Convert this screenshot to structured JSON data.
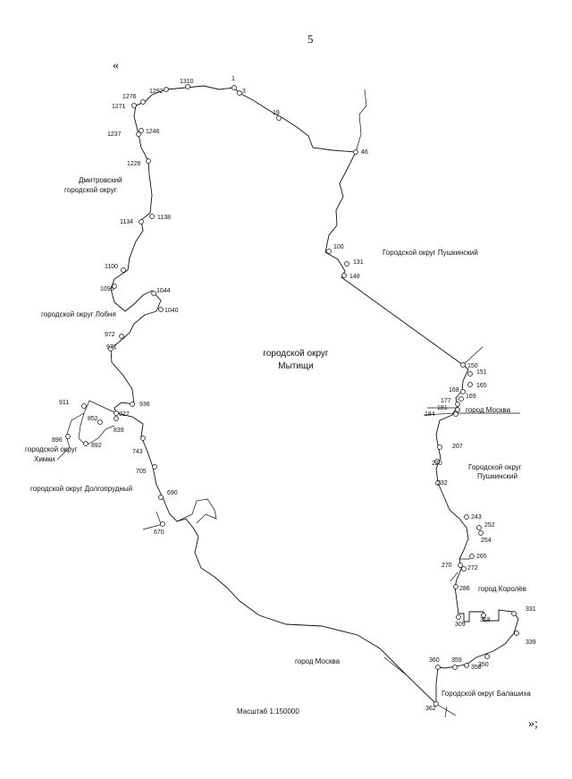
{
  "page_number": "5",
  "quote_open": "«",
  "quote_close": "»;",
  "center_label": [
    "городской округ",
    "Мытищи"
  ],
  "regions": {
    "dmitrovsky": [
      "Дмитровский",
      "городской округ"
    ],
    "pushkinsky_north": "Городской округ Пушкинский",
    "lobnya": "городской округ Лобня",
    "moscow_east": "город Москва",
    "pushkinsky_east": [
      "Городской округ",
      "Пушкинский"
    ],
    "khimki": [
      "городской округ",
      "Химки"
    ],
    "dolgoprudny": "городской округ Долгопрудный",
    "korolev": "город Королёв",
    "moscow_south": "город Москва",
    "balashikha": "Городской округ Балашиха"
  },
  "scale": "Масштаб 1:150000",
  "points": [
    "1",
    "3",
    "19",
    "46",
    "100",
    "131",
    "148",
    "150",
    "151",
    "165",
    "168",
    "169",
    "177",
    "181",
    "184",
    "207",
    "220",
    "232",
    "243",
    "252",
    "254",
    "265",
    "270",
    "272",
    "286",
    "309",
    "318",
    "331",
    "339",
    "350",
    "358",
    "359",
    "360",
    "362",
    "670",
    "690",
    "705",
    "743",
    "839",
    "852",
    "892",
    "896",
    "911",
    "922",
    "936",
    "971",
    "972",
    "1040",
    "1044",
    "1095",
    "1100",
    "1134",
    "1138",
    "1226",
    "1237",
    "1246",
    "1271",
    "1276",
    "1292",
    "1310"
  ]
}
